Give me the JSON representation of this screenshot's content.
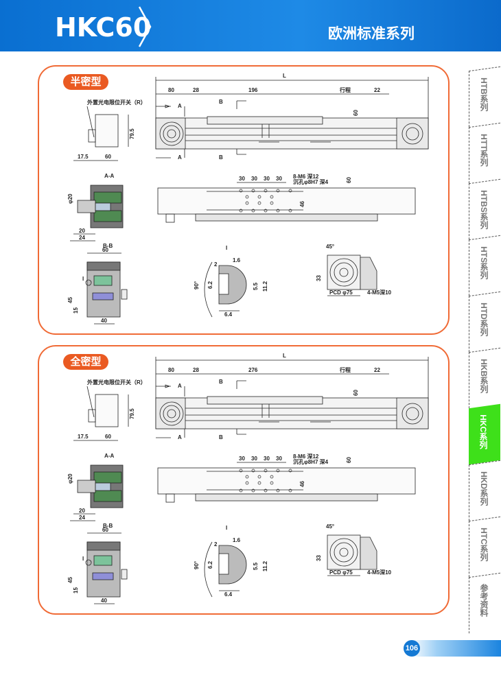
{
  "header": {
    "model": "HKC60",
    "series": "欧洲标准系列"
  },
  "panels": [
    {
      "type_badge": "半密型",
      "switch_label": "外置光电限位开关（R）",
      "L": "L",
      "d80": "80",
      "d28": "28",
      "d_mid": "196",
      "stroke": "行程",
      "d22": "22",
      "h60": "60",
      "h795": "79.5",
      "d175": "17.5",
      "w60": "60",
      "sec_a": "A",
      "sec_b": "B",
      "aa": "A-A",
      "bb": "B-B",
      "phi20": "φ20",
      "d20": "20",
      "d24": "24",
      "bw60": "60",
      "b45": "45",
      "b15": "15",
      "b40": "40",
      "detail": "I",
      "p30a": "30",
      "p30b": "30",
      "p30c": "30",
      "p30d": "30",
      "holes1": "8-M6 深12",
      "holes2": "沉孔φ8H7 深4",
      "tv60": "60",
      "tv46": "46",
      "i2": "2",
      "i16": "1.6",
      "i90": "90°",
      "i62": "6.2",
      "i55": "5.5",
      "i112": "11.2",
      "i64": "6.4",
      "m45": "45°",
      "m33": "33",
      "pcd": "PCD φ75",
      "m_holes": "4-M5深10"
    },
    {
      "type_badge": "全密型",
      "switch_label": "外置光电限位开关（R）",
      "L": "L",
      "d80": "80",
      "d28": "28",
      "d_mid": "276",
      "stroke": "行程",
      "d22": "22",
      "h60": "60",
      "h795": "79.5",
      "d175": "17.5",
      "w60": "60",
      "sec_a": "A",
      "sec_b": "B",
      "aa": "A-A",
      "bb": "B-B",
      "phi20": "φ20",
      "d20": "20",
      "d24": "24",
      "bw60": "60",
      "b45": "45",
      "b15": "15",
      "b40": "40",
      "detail": "I",
      "p30a": "30",
      "p30b": "30",
      "p30c": "30",
      "p30d": "30",
      "holes1": "8-M6 深12",
      "holes2": "沉孔φ8H7 深4",
      "tv60": "60",
      "tv46": "46",
      "i2": "2",
      "i16": "1.6",
      "i90": "90°",
      "i62": "6.2",
      "i55": "5.5",
      "i112": "11.2",
      "i64": "6.4",
      "m45": "45°",
      "m33": "33",
      "pcd": "PCD φ75",
      "m_holes": "4-M5深10"
    }
  ],
  "side_tabs": [
    {
      "label": "HTB系列",
      "active": false
    },
    {
      "label": "HTT系列",
      "active": false
    },
    {
      "label": "HTBS系列",
      "active": false
    },
    {
      "label": "HTS系列",
      "active": false
    },
    {
      "label": "HTD系列",
      "active": false
    },
    {
      "label": "HKB系列",
      "active": false
    },
    {
      "label": "HKC系列",
      "active": true
    },
    {
      "label": "HKD系列",
      "active": false
    },
    {
      "label": "HTC系列",
      "active": false
    },
    {
      "label": "参考资料",
      "active": false
    }
  ],
  "page_number": "106",
  "colors": {
    "header": "#1479d4",
    "accent": "#ea5a22",
    "active_tab": "#3ee01a"
  }
}
